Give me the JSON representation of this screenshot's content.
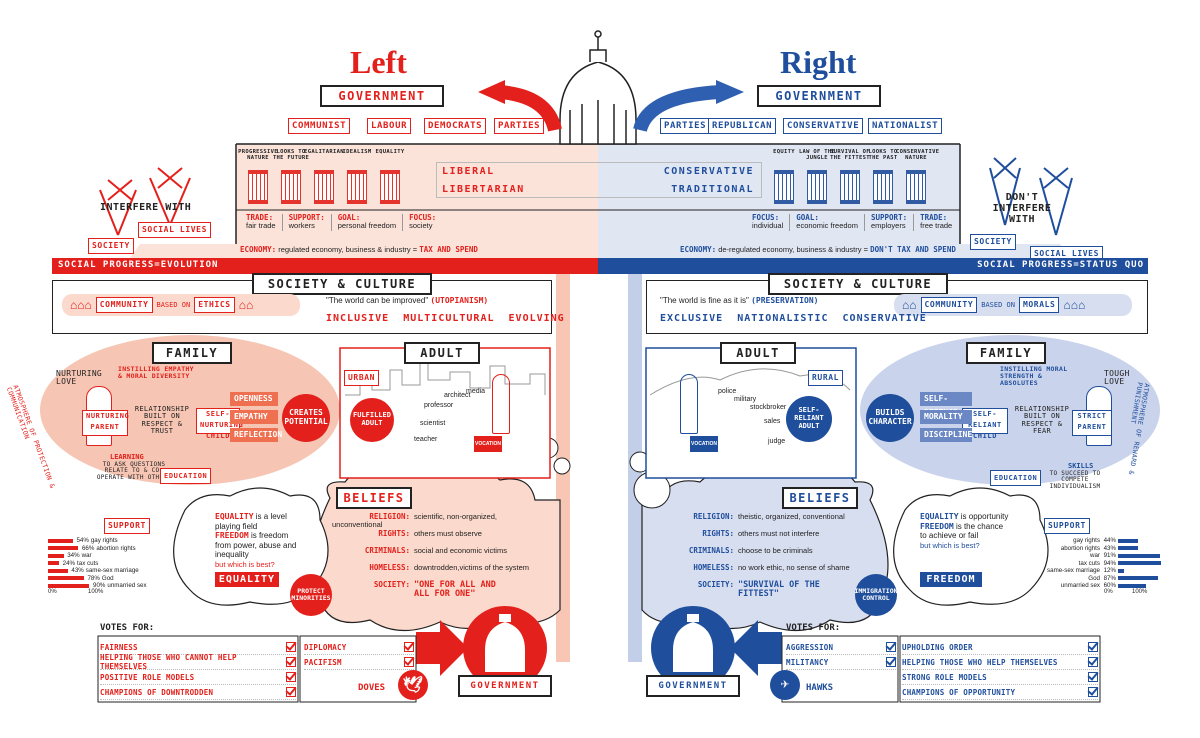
{
  "title_left": "Left",
  "title_right": "Right",
  "government": "GOVERNMENT",
  "left_parties": [
    "COMMUNIST",
    "LABOUR",
    "DEMOCRATS",
    "PARTIES"
  ],
  "right_parties": [
    "PARTIES",
    "REPUBLICAN",
    "CONSERVATIVE",
    "NATIONALIST"
  ],
  "left_pillars": [
    "PROGRESSIVE NATURE",
    "LOOKS TO THE FUTURE",
    "EGALITARIAN",
    "IDEALISM",
    "EQUALITY"
  ],
  "right_pillars": [
    "EQUITY",
    "LAW OF THE JUNGLE",
    "SURVIVAL OF THE FITTEST",
    "LOOKS TO THE PAST",
    "CONSERVATIVE NATURE"
  ],
  "liberal": "LIBERAL",
  "libertarian": "LIBERTARIAN",
  "conservative": "CONSERVATIVE",
  "traditional": "TRADITIONAL",
  "left_attrs": [
    {
      "k": "TRADE:",
      "v": "fair trade"
    },
    {
      "k": "SUPPORT:",
      "v": "workers"
    },
    {
      "k": "GOAL:",
      "v": "personal freedom"
    },
    {
      "k": "FOCUS:",
      "v": "society"
    }
  ],
  "right_attrs": [
    {
      "k": "FOCUS:",
      "v": "individual"
    },
    {
      "k": "GOAL:",
      "v": "economic freedom"
    },
    {
      "k": "SUPPORT:",
      "v": "employers"
    },
    {
      "k": "TRADE:",
      "v": "free trade"
    }
  ],
  "economy_left_k": "ECONOMY:",
  "economy_left_v": "regulated economy, business & industry =",
  "economy_left_s": "TAX AND SPEND",
  "economy_right_k": "ECONOMY:",
  "economy_right_v": "de-regulated economy, business & industry =",
  "economy_right_s": "DON'T TAX AND SPEND",
  "interfere_with": "INTERFERE WITH",
  "dont_interfere_with": "DON'T INTERFERE WITH",
  "society": "SOCIETY",
  "social_lives": "SOCIAL LIVES",
  "social_progress_left": "SOCIAL PROGRESS=EVOLUTION",
  "social_progress_right": "SOCIAL PROGRESS=STATUS QUO",
  "society_culture": "SOCIETY & CULTURE",
  "community": "COMMUNITY",
  "based_on": "BASED ON",
  "ethics": "ETHICS",
  "morals": "MORALS",
  "left_quote": "\"The world can be improved\"",
  "left_quote_s": "(UTOPIANISM)",
  "right_quote": "\"The world is fine as it is\"",
  "right_quote_s": "(PRESERVATION)",
  "left_values": "INCLUSIVE  MULTICULTURAL  EVOLVING",
  "right_values": "EXCLUSIVE  NATIONALISTIC  CONSERVATIVE",
  "family": "FAMILY",
  "adult": "ADULT",
  "urban": "URBAN",
  "rural": "RURAL",
  "left_family": {
    "nurturing_love": "NURTURING LOVE",
    "instilling": "INSTILLING EMPATHY & MORAL DIVERSITY",
    "parent": "NURTURING PARENT",
    "relationship": "RELATIONSHIP BUILT ON RESPECT & TRUST",
    "child": "SELF-NURTURING CHILD",
    "learning": "LEARNING",
    "learning_desc": "TO ASK QUESTIONS RELATE TO & CO-OPERATE WITH OTHERS",
    "education": "EDUCATION",
    "traits": [
      "OPENNESS",
      "EMPATHY",
      "REFLECTION"
    ],
    "creates": "CREATES POTENTIAL",
    "fulfilled": "FULFILLED ADULT",
    "atmosphere": "ATMOSPHERE OF PROTECTION & COMMUNICATION"
  },
  "right_family": {
    "tough_love": "TOUGH LOVE",
    "instilling": "INSTILLING MORAL STRENGTH & ABSOLUTES",
    "parent": "STRICT PARENT",
    "relationship": "RELATIONSHIP BUILT ON RESPECT & FEAR",
    "child": "SELF-RELIANT CHILD",
    "skills": "SKILLS",
    "skills_desc": "TO SUCCEED TO COMPETE INDIVIDUALISM",
    "education": "EDUCATION",
    "traits": [
      "SELF-DEFENCE",
      "MORALITY",
      "DISCIPLINE"
    ],
    "builds": "BUILDS CHARACTER",
    "self_reliant": "SELF-RELIANT ADULT",
    "atmosphere": "ATMOSPHERE OF REWARD & PUNISHMENT"
  },
  "left_jobs": [
    "professor",
    "architect",
    "media",
    "scientist",
    "teacher"
  ],
  "right_jobs": [
    "police",
    "military",
    "stockbroker",
    "sales",
    "judge"
  ],
  "vocation": "VOCATION",
  "beliefs": "BELIEFS",
  "left_beliefs": [
    {
      "k": "RELIGION:",
      "v": "scientific, non-organized, unconventional"
    },
    {
      "k": "RIGHTS:",
      "v": "others must observe"
    },
    {
      "k": "CRIMINALS:",
      "v": "social and economic victims"
    },
    {
      "k": "HOMELESS:",
      "v": "downtrodden,victims of the system"
    },
    {
      "k": "SOCIETY:",
      "v": "\"ONE FOR ALL AND ALL FOR ONE\""
    }
  ],
  "right_beliefs": [
    {
      "k": "RELIGION:",
      "v": "theistic, organized, conventional"
    },
    {
      "k": "RIGHTS:",
      "v": "others must not interfere"
    },
    {
      "k": "CRIMINALS:",
      "v": "choose to be criminals"
    },
    {
      "k": "HOMELESS:",
      "v": "no work ethic, no sense of shame"
    },
    {
      "k": "SOCIETY:",
      "v": "\"SURVIVAL OF THE FITTEST\""
    }
  ],
  "left_equality": {
    "w1": "EQUALITY",
    "t1": "is a level playing field",
    "w2": "FREEDOM",
    "t2": "is freedom from power, abuse and inequality",
    "q": "but which is best?",
    "a": "EQUALITY"
  },
  "right_equality": {
    "w1": "EQUALITY",
    "t1": "is opportunity",
    "w2": "FREEDOM",
    "t2": "is the chance to achieve or fail",
    "q": "but which is best?",
    "a": "FREEDOM"
  },
  "protect_minorities": "PROTECT MINORITIES",
  "immigration_control": "IMMIGRATION CONTROL",
  "support": "SUPPORT",
  "left_support": [
    {
      "pct": "54%",
      "label": "gay rights",
      "v": 54
    },
    {
      "pct": "66%",
      "label": "abortion rights",
      "v": 66
    },
    {
      "pct": "34%",
      "label": "war",
      "v": 34
    },
    {
      "pct": "24%",
      "label": "tax cuts",
      "v": 24
    },
    {
      "pct": "43%",
      "label": "same-sex marriage",
      "v": 43
    },
    {
      "pct": "78%",
      "label": "God",
      "v": 78
    },
    {
      "pct": "90%",
      "label": "unmarried sex",
      "v": 90
    }
  ],
  "right_support": [
    {
      "pct": "44%",
      "label": "gay rights",
      "v": 44
    },
    {
      "pct": "43%",
      "label": "abortion rights",
      "v": 43
    },
    {
      "pct": "91%",
      "label": "war",
      "v": 91
    },
    {
      "pct": "94%",
      "label": "tax cuts",
      "v": 94
    },
    {
      "pct": "12%",
      "label": "same-sex marriage",
      "v": 12
    },
    {
      "pct": "87%",
      "label": "God",
      "v": 87
    },
    {
      "pct": "60%",
      "label": "unmarried sex",
      "v": 60
    }
  ],
  "axis_min": "0%",
  "axis_max": "100%",
  "votes_for": "VOTES FOR:",
  "left_votes_a": [
    "FAIRNESS",
    "HELPING THOSE WHO CANNOT HELP THEMSELVES",
    "POSITIVE ROLE MODELS",
    "CHAMPIONS OF DOWNTRODDEN"
  ],
  "left_votes_b": [
    "DIPLOMACY",
    "PACIFISM"
  ],
  "right_votes_a": [
    "AGGRESSION",
    "MILITANCY"
  ],
  "right_votes_b": [
    "UPHOLDING ORDER",
    "HELPING THOSE WHO HELP THEMSELVES",
    "STRONG ROLE MODELS",
    "CHAMPIONS OF OPPORTUNITY"
  ],
  "doves": "DOVES",
  "hawks": "HAWKS",
  "colors": {
    "left": "#e3201b",
    "right": "#1f4e9c",
    "left_light": "#fbd9cc",
    "right_light": "#d7def0"
  }
}
